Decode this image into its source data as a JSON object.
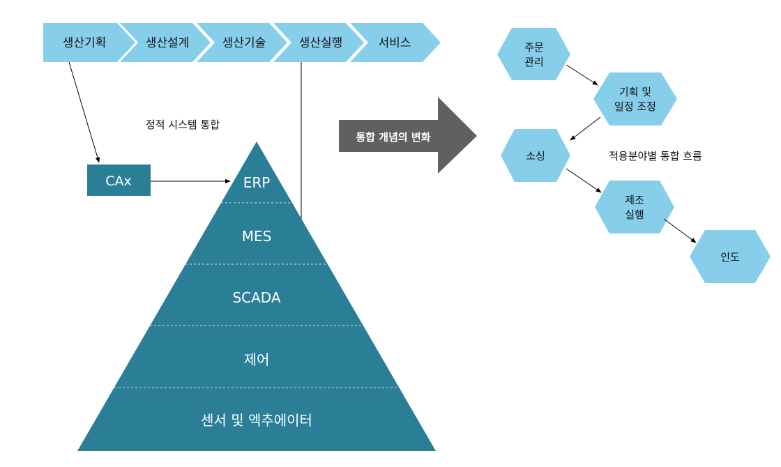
{
  "process_chain": [
    {
      "label": "생산기획"
    },
    {
      "label": "생산설계"
    },
    {
      "label": "생산기술"
    },
    {
      "label": "생산실행"
    },
    {
      "label": "서비스"
    }
  ],
  "static_integration_label": "정적 시스템 통합",
  "cax_label": "CAx",
  "pyramid_levels": [
    "ERP",
    "MES",
    "SCADA",
    "제어",
    "센서 및 엑추에이터"
  ],
  "transition_arrow_label": "통합 개념의 변화",
  "flow_nodes": [
    {
      "lines": [
        "주문",
        "관리"
      ]
    },
    {
      "lines": [
        "기획 및",
        "일정 조정"
      ]
    },
    {
      "lines": [
        "소싱"
      ]
    },
    {
      "lines": [
        "제조",
        "실행"
      ]
    },
    {
      "lines": [
        "인도"
      ]
    }
  ],
  "flow_caption": "적용분야별 통합 흐름",
  "colors": {
    "chevron": "#87CEEB",
    "pyramid": "#2A7F96",
    "cax_box": "#2A7F96",
    "hexagon": "#87CEEB",
    "transition_arrow": "#5F6062"
  }
}
